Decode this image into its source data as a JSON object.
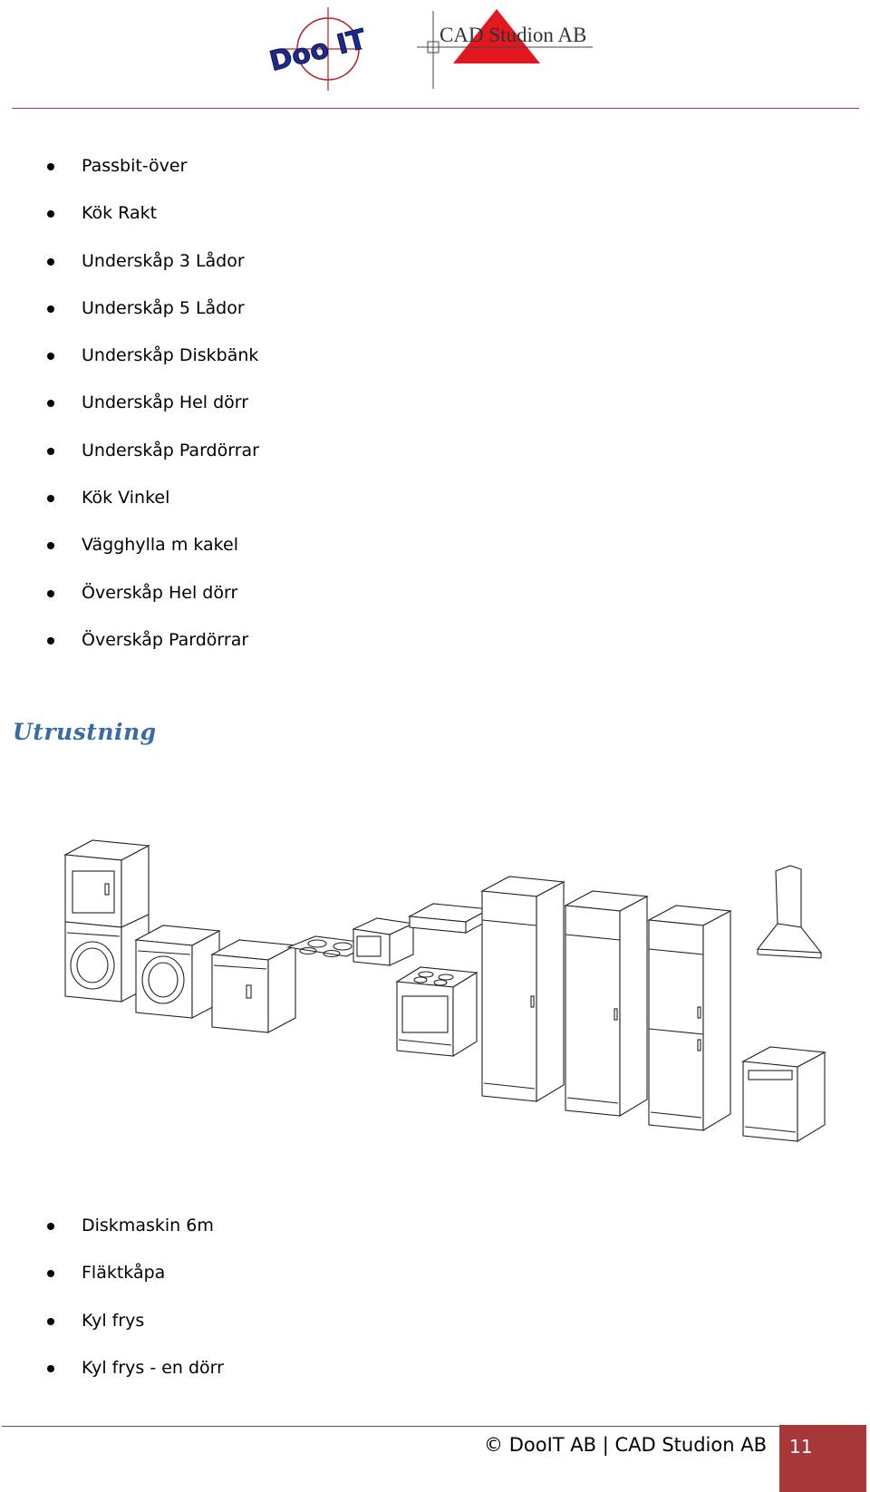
{
  "header": {
    "logo_left_text": "Doo IT",
    "logo_right_text": "CAD Studion AB"
  },
  "list_top": [
    "Passbit-över",
    "Kök Rakt",
    "Underskåp 3 Lådor",
    "Underskåp 5 Lådor",
    "Underskåp Diskbänk",
    "Underskåp Hel dörr",
    "Underskåp Pardörrar",
    "Kök Vinkel",
    "Vägghylla m kakel",
    "Överskåp Hel dörr",
    "Överskåp Pardörrar"
  ],
  "section_heading": "Utrustning",
  "list_bottom": [
    "Diskmaskin 6m",
    "Fläktkåpa",
    "Kyl frys",
    "Kyl frys - en dörr"
  ],
  "footer": {
    "text": "© DooIT AB | CAD Studion AB",
    "page_number": "11"
  },
  "colors": {
    "accent_red": "#a8373a",
    "heading_blue": "#3a6aa8"
  }
}
